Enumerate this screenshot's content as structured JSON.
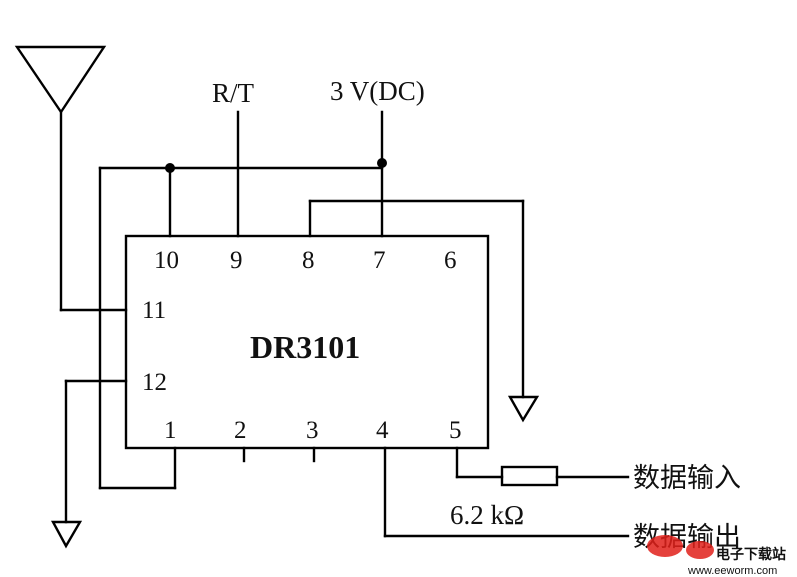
{
  "chip_label": "DR3101",
  "pins": {
    "p10": "10",
    "p9": "9",
    "p8": "8",
    "p7": "7",
    "p6": "6",
    "p11": "11",
    "p12": "12",
    "p1": "1",
    "p2": "2",
    "p3": "3",
    "p4": "4",
    "p5": "5"
  },
  "labels": {
    "rt": "R/T",
    "vcc": "3 V(DC)",
    "resistor": "6.2 kΩ",
    "data_in": "数据输入",
    "data_out": "数据输出"
  },
  "watermark": {
    "site_name": "电子下载站",
    "url": "www.eeworm.com",
    "logo_color": "#e0201a"
  }
}
